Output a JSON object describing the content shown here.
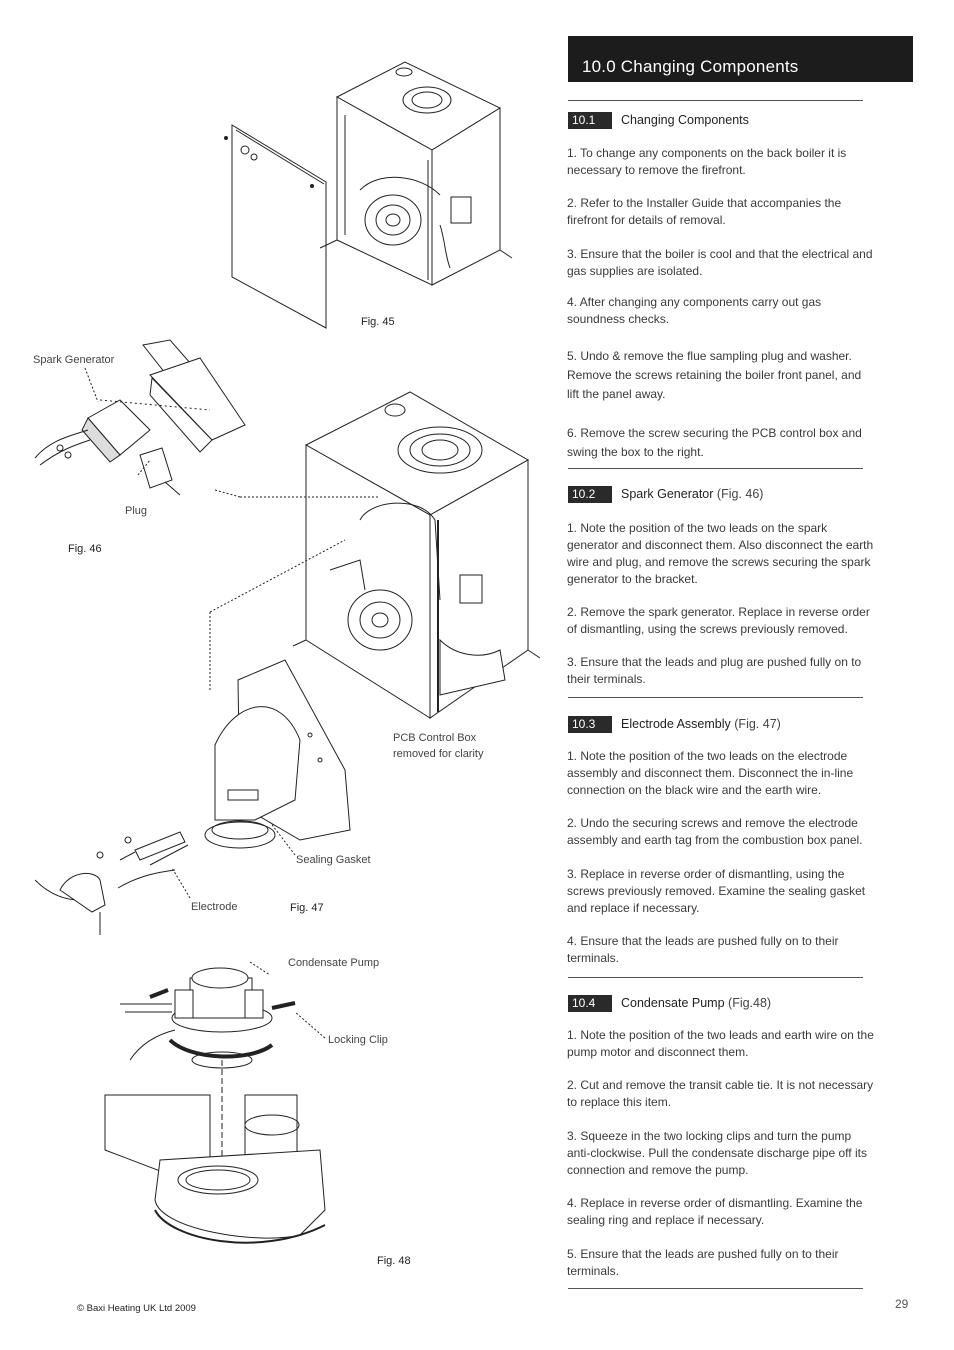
{
  "header": {
    "title": "10.0 Changing Components"
  },
  "sections": [
    {
      "number": "10.1",
      "title": "Changing Components",
      "ref": "",
      "paragraphs": [
        "1. To change any components on the back boiler it is necessary to remove the firefront.",
        "2. Refer to the Installer Guide that accompanies the firefront for details of removal.",
        "3. Ensure that the boiler is cool and that the electrical and gas supplies are isolated.",
        "4. After changing any components carry out gas soundness checks.",
        "5. Undo & remove the flue sampling plug and washer. Remove the screws retaining the boiler front panel, and lift the panel away.",
        "6. Remove the screw securing the PCB control box and swing the box to the right."
      ]
    },
    {
      "number": "10.2",
      "title": "Spark Generator",
      "ref": "(Fig. 46)",
      "paragraphs": [
        "1. Note the position of the two leads on the spark generator and disconnect them. Also disconnect the earth wire and plug, and remove the screws securing the spark generator to the bracket.",
        "2. Remove the spark generator. Replace in reverse order of dismantling, using the screws previously removed.",
        "3. Ensure that the leads and plug are pushed fully on to their terminals."
      ]
    },
    {
      "number": "10.3",
      "title": "Electrode Assembly",
      "ref": "(Fig. 47)",
      "paragraphs": [
        "1. Note the position of the two leads on the electrode assembly and disconnect them. Disconnect the in-line connection on the black wire and the earth wire.",
        "2. Undo the securing screws and remove the electrode assembly and earth tag from the combustion box panel.",
        "3. Replace in reverse order of dismantling, using the screws previously removed. Examine the sealing gasket and replace if necessary.",
        "4. Ensure that the leads are pushed fully on to their terminals."
      ]
    },
    {
      "number": "10.4",
      "title": "Condensate Pump",
      "ref": "(Fig.48)",
      "paragraphs": [
        "1. Note the position of the two leads and earth wire on the pump motor and disconnect them.",
        "2. Cut and remove the transit cable tie. It is not necessary to replace this item.",
        "3. Squeeze in the two locking clips and turn the pump anti-clockwise. Pull the condensate discharge pipe off its connection and remove the pump.",
        "4. Replace in reverse order of dismantling. Examine the sealing ring and replace if necessary.",
        "5. Ensure that the leads are pushed fully on to their terminals."
      ]
    }
  ],
  "figures": {
    "fig45": {
      "caption": "Fig. 45"
    },
    "fig46": {
      "caption": "Fig. 46",
      "labels": {
        "spark_generator": "Spark Generator",
        "plug": "Plug"
      }
    },
    "fig47": {
      "caption": "Fig. 47",
      "labels": {
        "pcb_line1": "PCB Control Box",
        "pcb_line2": "removed for clarity",
        "sealing_gasket": "Sealing Gasket",
        "electrode": "Electrode"
      }
    },
    "fig48": {
      "caption": "Fig. 48",
      "labels": {
        "condensate_pump": "Condensate Pump",
        "locking_clip": "Locking Clip"
      }
    }
  },
  "footer": {
    "copyright": "© Baxi Heating UK Ltd 2009",
    "page_number": "29"
  }
}
